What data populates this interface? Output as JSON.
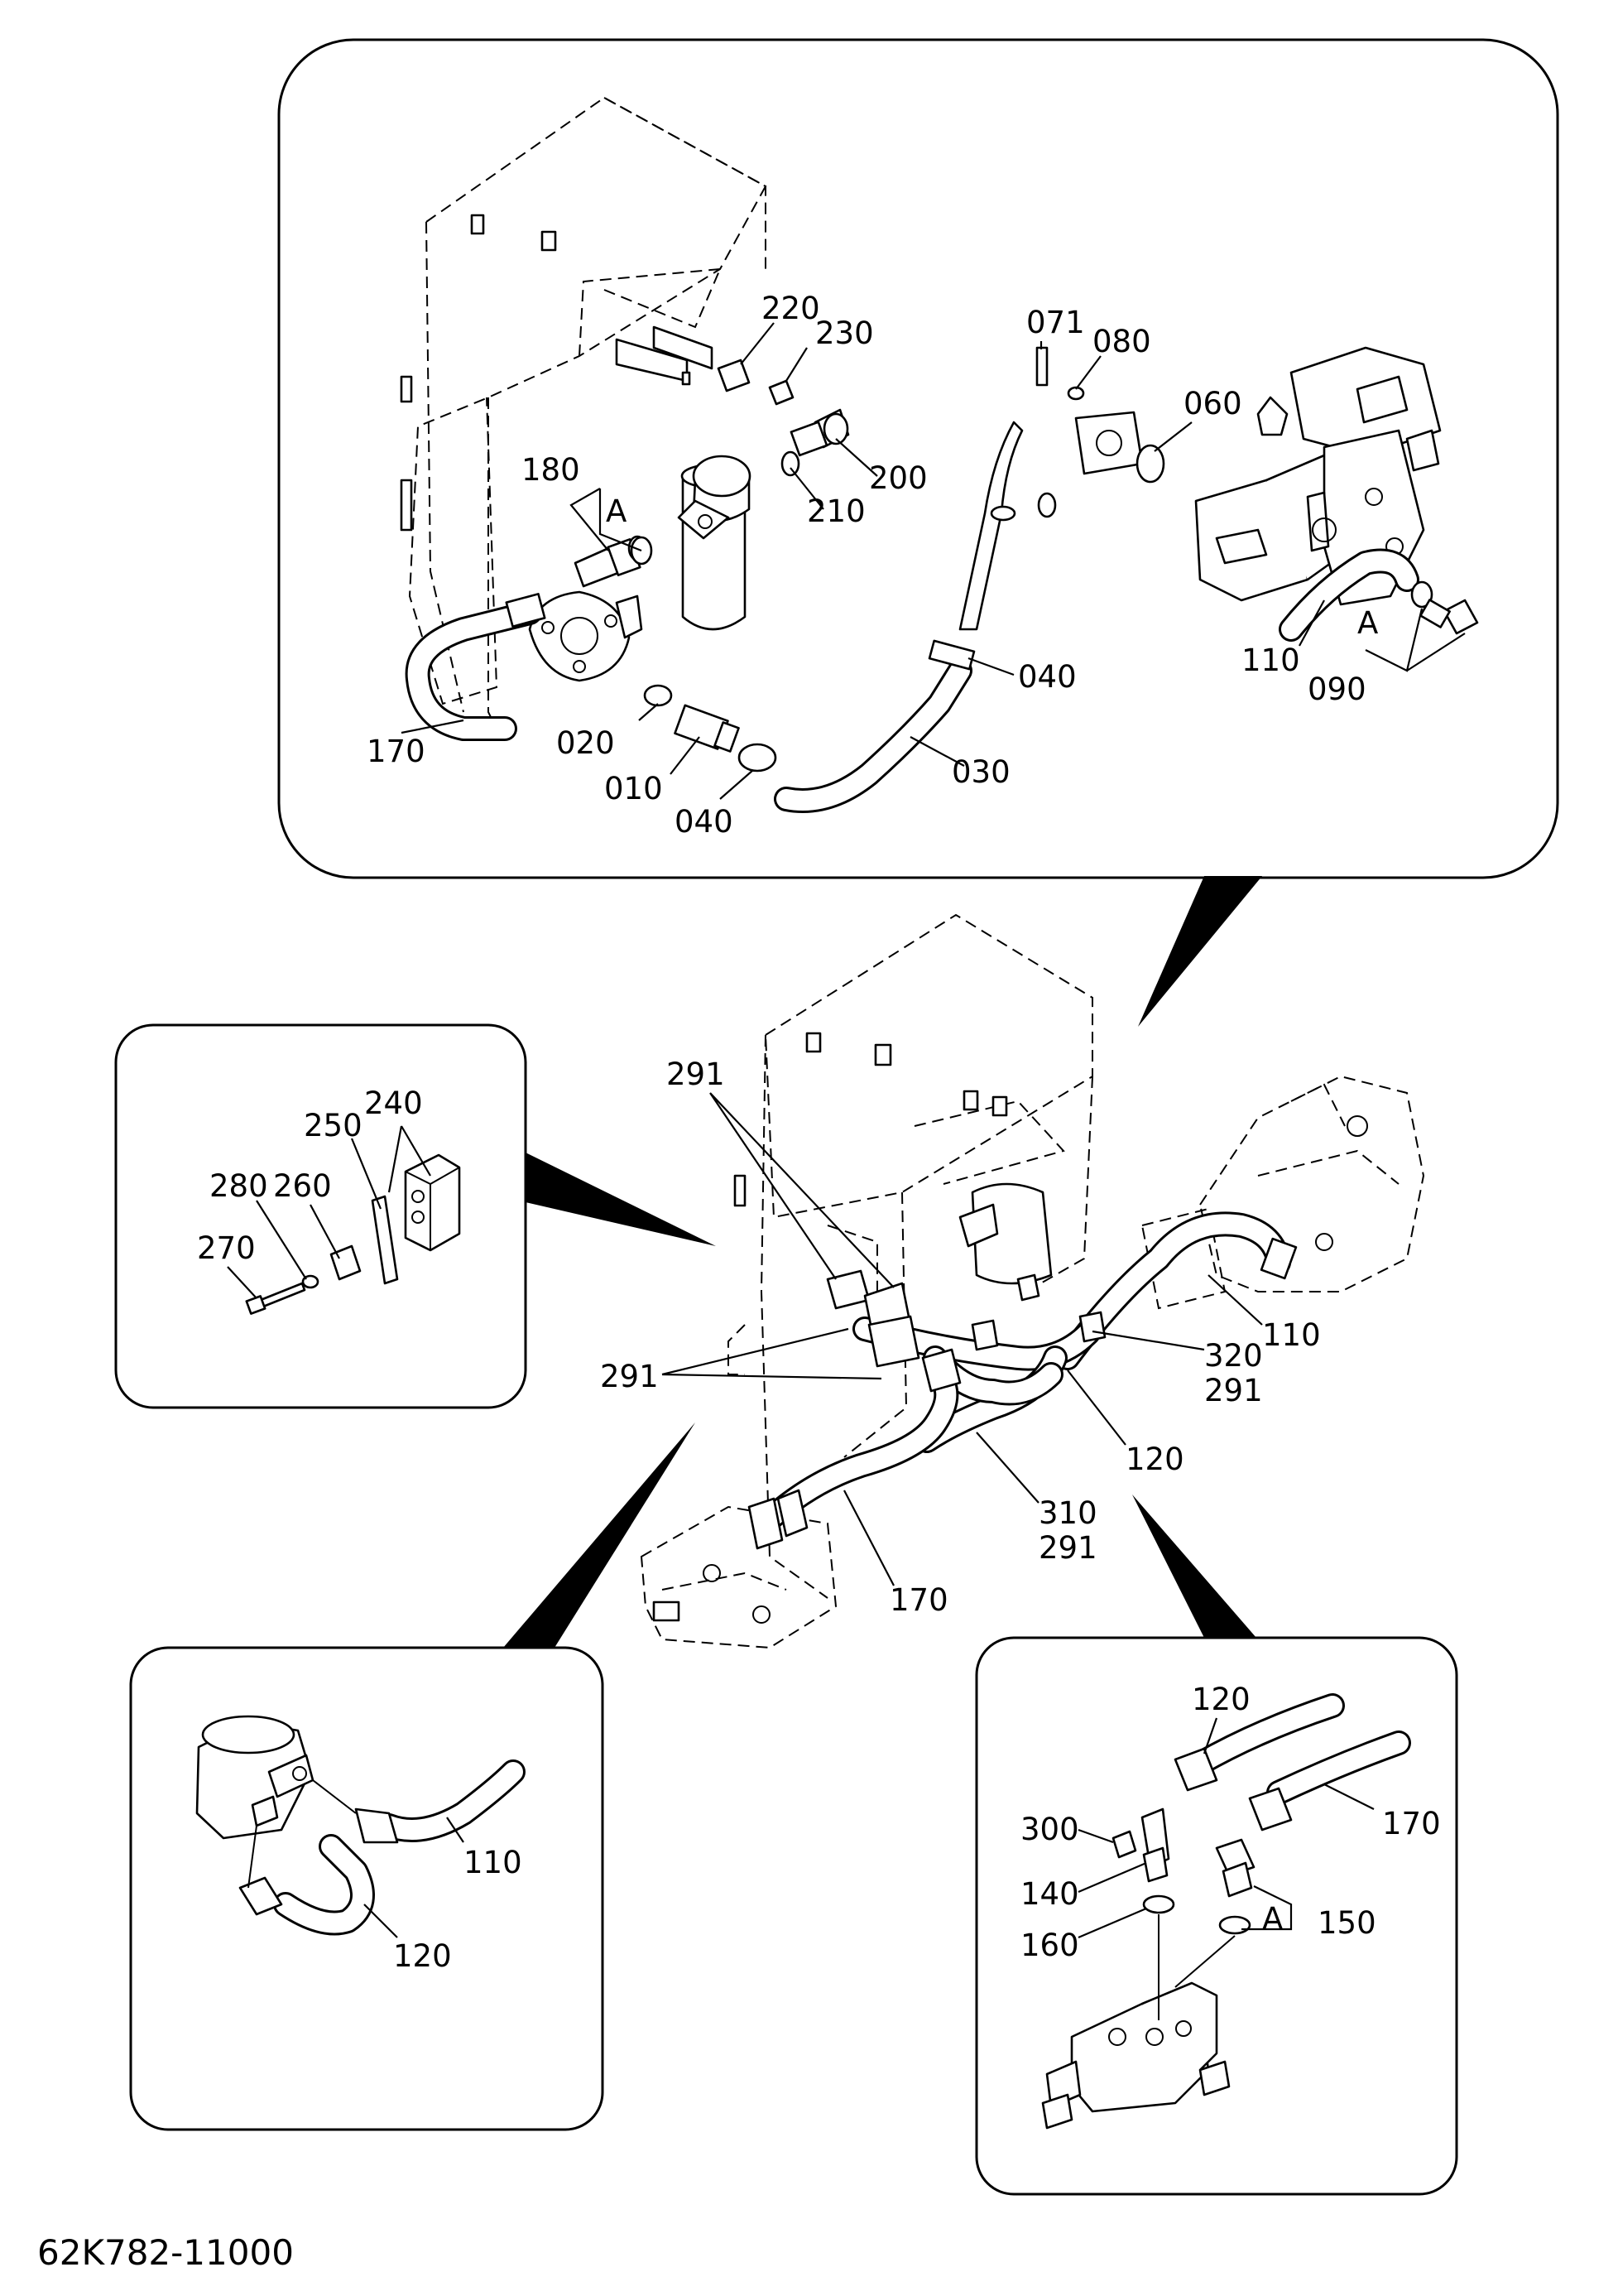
{
  "drawing": {
    "code": "62K782-11000"
  },
  "top_detail": {
    "callouts": [
      "220",
      "230",
      "180",
      "A",
      "210",
      "200",
      "170",
      "020",
      "010",
      "040",
      "030",
      "040",
      "071",
      "080",
      "060",
      "110",
      "A",
      "090"
    ]
  },
  "main_assembly": {
    "callouts": [
      "291",
      "291",
      "320",
      "291",
      "110",
      "120",
      "310",
      "291",
      "170"
    ]
  },
  "left_detail": {
    "callouts": [
      "240",
      "250",
      "280",
      "260",
      "270"
    ]
  },
  "bottom_left_detail": {
    "callouts": [
      "110",
      "120"
    ]
  },
  "bottom_right_detail": {
    "callouts": [
      "120",
      "170",
      "300",
      "140",
      "160",
      "A",
      "150"
    ]
  }
}
